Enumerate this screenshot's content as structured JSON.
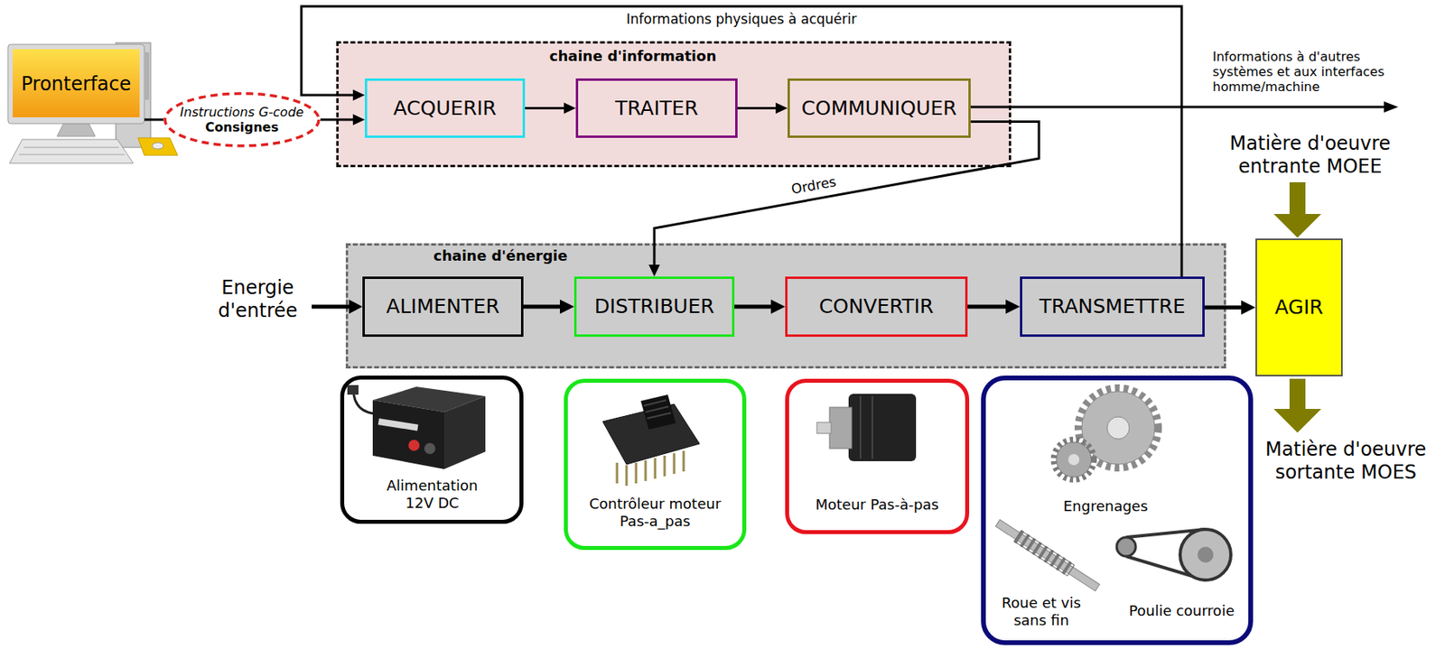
{
  "diagram": {
    "nodes": [
      {
        "text": [
          "Pronterface"
        ]
      },
      {
        "text": [
          "Instructions G-code",
          "Consignes"
        ]
      },
      {
        "text": [
          "chaine d'information"
        ]
      },
      {
        "text": [
          "ACQUERIR"
        ],
        "in": 2
      },
      {
        "text": [
          "TRAITER"
        ],
        "in": 2
      },
      {
        "text": [
          "COMMUNIQUER"
        ],
        "in": 2
      },
      {
        "text": [
          "chaine d'énergie"
        ]
      },
      {
        "text": [
          "ALIMENTER"
        ],
        "in": 6
      },
      {
        "text": [
          "DISTRIBUER"
        ],
        "in": 6
      },
      {
        "text": [
          "CONVERTIR"
        ],
        "in": 6
      },
      {
        "text": [
          "TRANSMETTRE"
        ],
        "in": 6
      },
      {
        "text": [
          "AGIR"
        ]
      },
      {
        "text": [
          "Alimentation 12V DC"
        ]
      },
      {
        "text": [
          "Contrôleur moteur Pas-a_pas"
        ]
      },
      {
        "text": [
          "Moteur Pas-à-pas"
        ]
      },
      {
        "text": [
          "Engrenages",
          "Roue et vis sans fin",
          "Poulie courroie"
        ]
      }
    ],
    "edges": [
      {
        "from": 0,
        "to": 1,
        "arrow": "none"
      },
      {
        "from": 1,
        "to": 3,
        "arrow": "to"
      },
      {
        "from": 3,
        "to": 4,
        "arrow": "to"
      },
      {
        "from": 4,
        "to": 5,
        "arrow": "to"
      },
      {
        "from": 5,
        "to": 8,
        "arrow": "to",
        "label": "Ordres"
      },
      {
        "from": 10,
        "to": 3,
        "arrow": "to",
        "label": "Informations physiques à acquérir"
      },
      {
        "from": 7,
        "to": 8,
        "arrow": "to"
      },
      {
        "from": 8,
        "to": 9,
        "arrow": "to"
      },
      {
        "from": 9,
        "to": 10,
        "arrow": "to"
      },
      {
        "from": 10,
        "to": 11,
        "arrow": "to"
      }
    ],
    "labels": [
      "Informations à d'autres systèmes et aux interfaces homme/machine",
      "Matière d'oeuvre entrante MOEE",
      "Energie d'entrée",
      "Matière d'oeuvre sortante MOES"
    ]
  }
}
